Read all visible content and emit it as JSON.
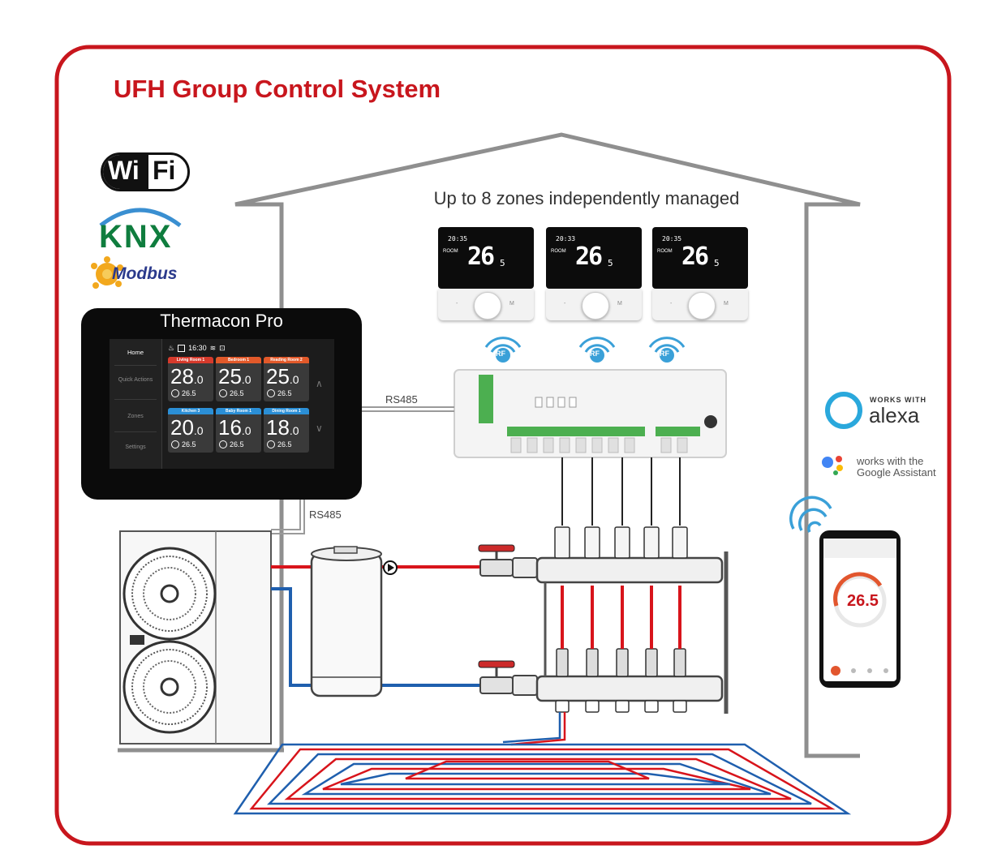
{
  "title": "UFH Group Control System",
  "zones_caption": "Up to 8 zones independently managed",
  "logos": {
    "wifi_left": "Wi",
    "wifi_right": "Fi",
    "knx": "KNX",
    "modbus": "Modbus"
  },
  "panel": {
    "name": "Thermacon Pro",
    "time": "16:30",
    "menu": [
      "Home",
      "Quick Actions",
      "Zones",
      "Settings"
    ],
    "tiles": [
      {
        "room": "Living Room 1",
        "temp": "28",
        "dec": ".0",
        "set": "26.5",
        "color": "#d63a2c"
      },
      {
        "room": "Bedroom 1",
        "temp": "25",
        "dec": ".0",
        "set": "26.5",
        "color": "#e2592a"
      },
      {
        "room": "Reading Room 2",
        "temp": "25",
        "dec": ".0",
        "set": "26.5",
        "color": "#e2592a"
      },
      {
        "room": "Kitchen 3",
        "temp": "20",
        "dec": ".0",
        "set": "26.5",
        "color": "#2b8fd6"
      },
      {
        "room": "Baby Room 1",
        "temp": "16",
        "dec": ".0",
        "set": "26.5",
        "color": "#2b8fd6"
      },
      {
        "room": "Dining Room 1",
        "temp": "18",
        "dec": ".0",
        "set": "26.5",
        "color": "#2b8fd6"
      }
    ]
  },
  "thermostats": [
    {
      "time": "20:35",
      "room": "ROOM",
      "big": "26",
      "small": "5",
      "btn_left": "-",
      "btn_right": "M"
    },
    {
      "time": "20:33",
      "room": "ROOM",
      "big": "26",
      "small": "5",
      "btn_left": "-",
      "btn_right": "M"
    },
    {
      "time": "20:35",
      "room": "ROOM",
      "big": "26",
      "small": "5",
      "btn_left": "-",
      "btn_right": "M"
    }
  ],
  "rf_label": "RF",
  "rs485_top": "RS485",
  "rs485_bottom": "RS485",
  "alexa": {
    "small": "WORKS WITH",
    "big": "alexa"
  },
  "google": {
    "line1": "works with the",
    "line2": "Google Assistant"
  },
  "phone": {
    "temp": "26.5"
  },
  "colors": {
    "brand_red": "#c8161d",
    "pipe_red": "#d8141b",
    "pipe_blue": "#1f5fae",
    "wall_gray": "#8f8f8f"
  }
}
